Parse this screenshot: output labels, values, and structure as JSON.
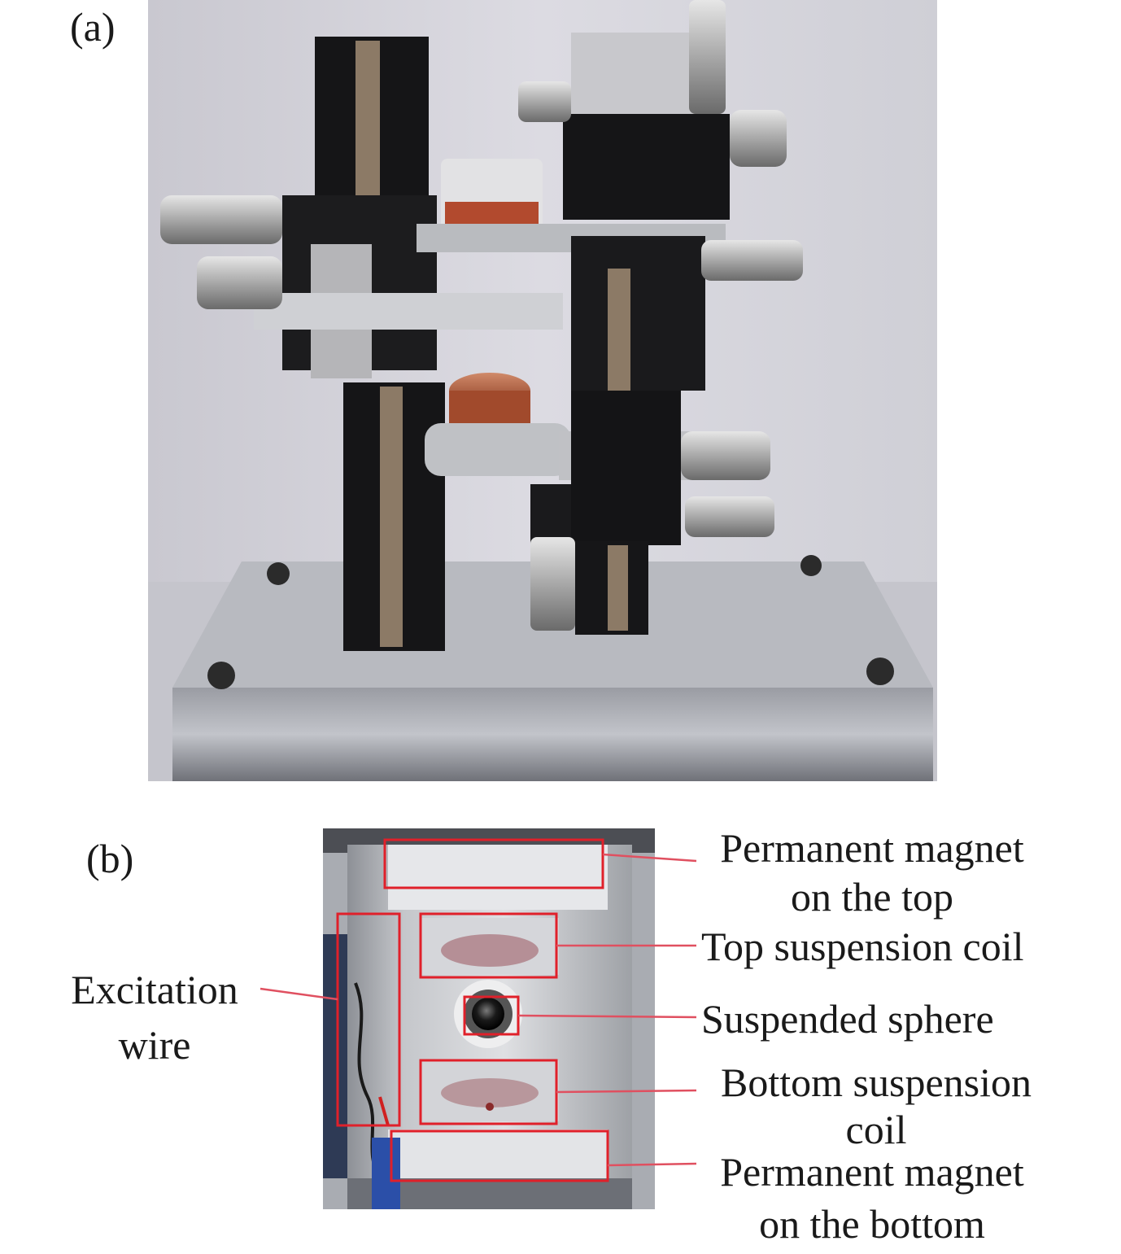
{
  "panels": {
    "a": {
      "label": "(a)"
    },
    "b": {
      "label": "(b)"
    }
  },
  "callouts": {
    "top_magnet": {
      "line1": "Permanent magnet",
      "line2": "on the top"
    },
    "top_coil": {
      "line1": "Top suspension coil"
    },
    "sphere": {
      "line1": "Suspended sphere"
    },
    "bottom_coil": {
      "line1": "Bottom suspension",
      "line2": "coil"
    },
    "bottom_magnet": {
      "line1": "Permanent magnet",
      "line2": "on the bottom"
    },
    "excitation": {
      "line1": "Excitation",
      "line2": "wire"
    }
  },
  "colors": {
    "highlight": "#e0202a",
    "leader": "#e05060"
  }
}
